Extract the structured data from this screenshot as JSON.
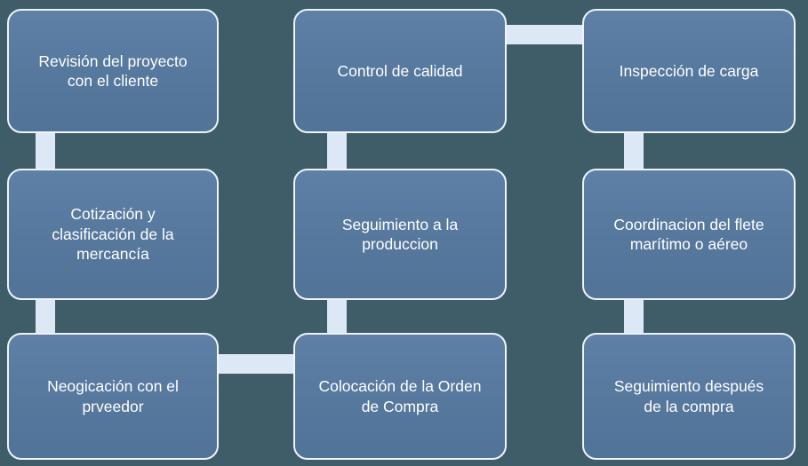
{
  "diagram": {
    "type": "process-flowchart",
    "colors": {
      "background": "#3f5d69",
      "box_fill": "#56789d",
      "box_border": "#eef3f9",
      "connector": "#dce8f5",
      "text": "#ffffff"
    },
    "steps": [
      {
        "label": "Revisión del proyecto con el cliente"
      },
      {
        "label": "Cotización y clasificación de la mercancía"
      },
      {
        "label": "Neogicación con el prveedor"
      },
      {
        "label": "Colocación de la Orden de Compra"
      },
      {
        "label": "Seguimiento a la produccion"
      },
      {
        "label": "Control de calidad"
      },
      {
        "label": "Inspección de carga"
      },
      {
        "label": "Coordinacion del flete marítimo o aéreo"
      },
      {
        "label": "Seguimiento después de la compra"
      }
    ]
  }
}
